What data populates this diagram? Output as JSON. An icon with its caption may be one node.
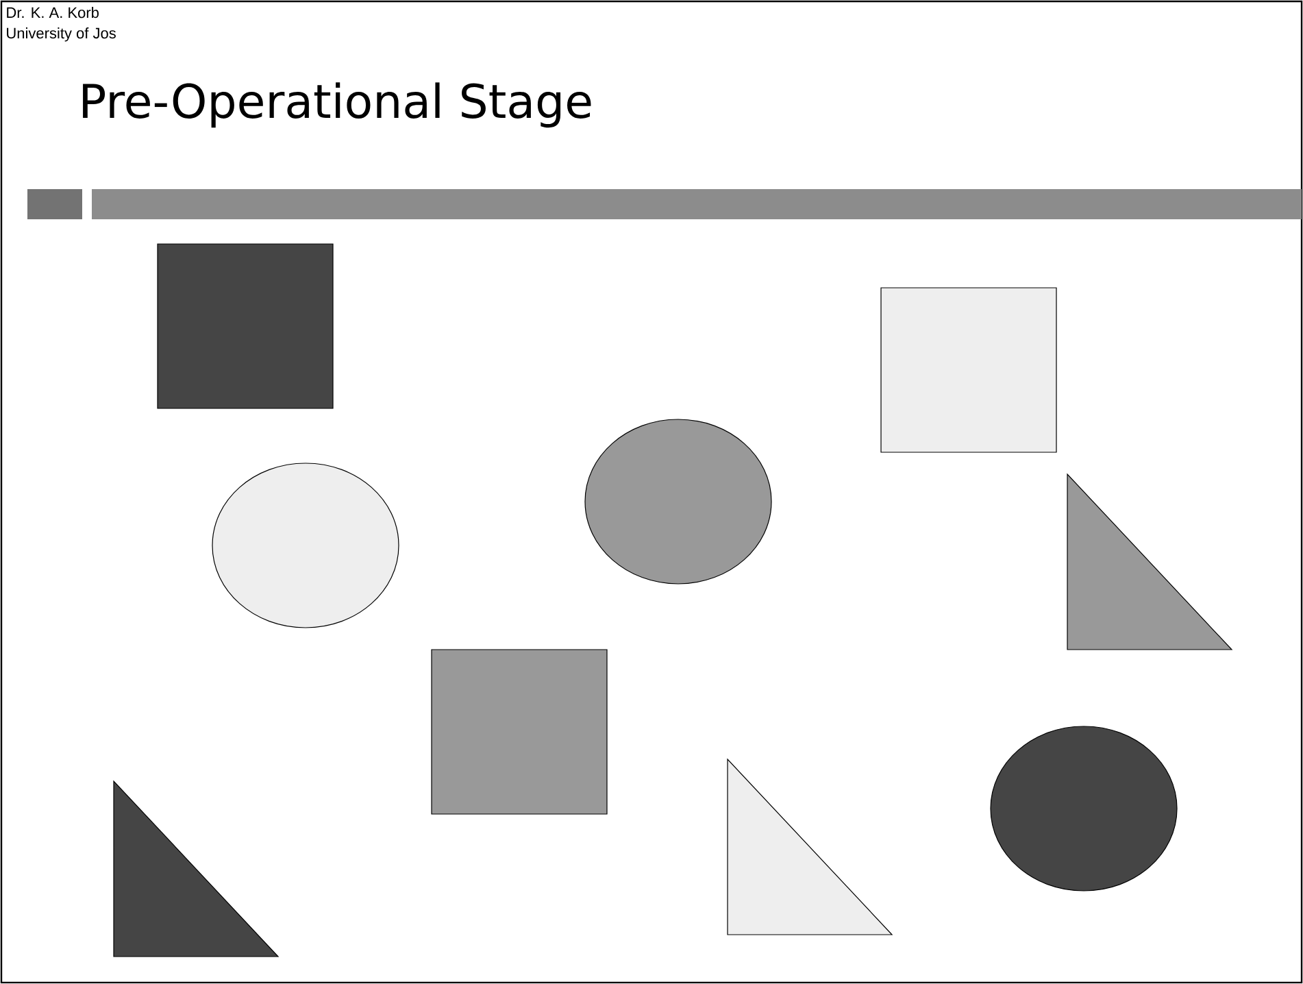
{
  "diagram": {
    "title": "Pre-Operational Stage",
    "nodes": [
      {
        "text": [],
        "shape": "box"
      },
      {
        "text": [],
        "shape": "box"
      },
      {
        "text": [],
        "shape": "circle"
      },
      {
        "text": [],
        "shape": "circle"
      },
      {
        "text": [],
        "shape": "triangle"
      },
      {
        "text": [],
        "shape": "box"
      },
      {
        "text": [],
        "shape": "circle"
      },
      {
        "text": [],
        "shape": "triangle"
      },
      {
        "text": [],
        "shape": "triangle"
      }
    ],
    "labels": [
      "Dr. K. A. Korb",
      "University of Jos"
    ]
  }
}
